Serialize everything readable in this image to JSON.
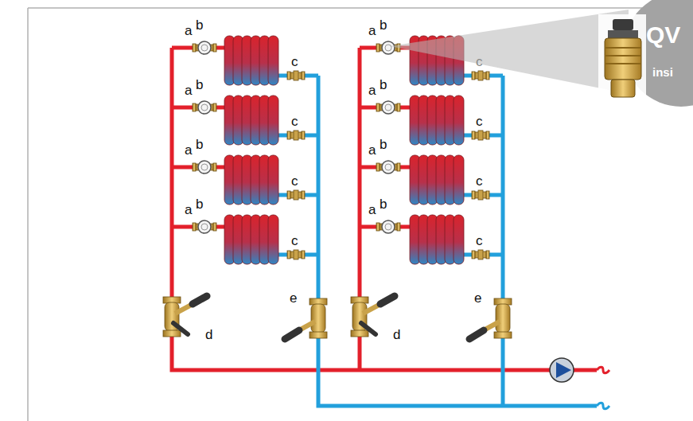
{
  "diagram": {
    "labels": [
      "a",
      "b",
      "c",
      "a",
      "b",
      "c",
      "a",
      "b",
      "c",
      "a",
      "b",
      "c",
      "a",
      "b",
      "c",
      "a",
      "b",
      "c",
      "a",
      "b",
      "c",
      "a",
      "b",
      "c",
      "d",
      "e",
      "d",
      "e",
      "QV",
      "insi"
    ]
  }
}
